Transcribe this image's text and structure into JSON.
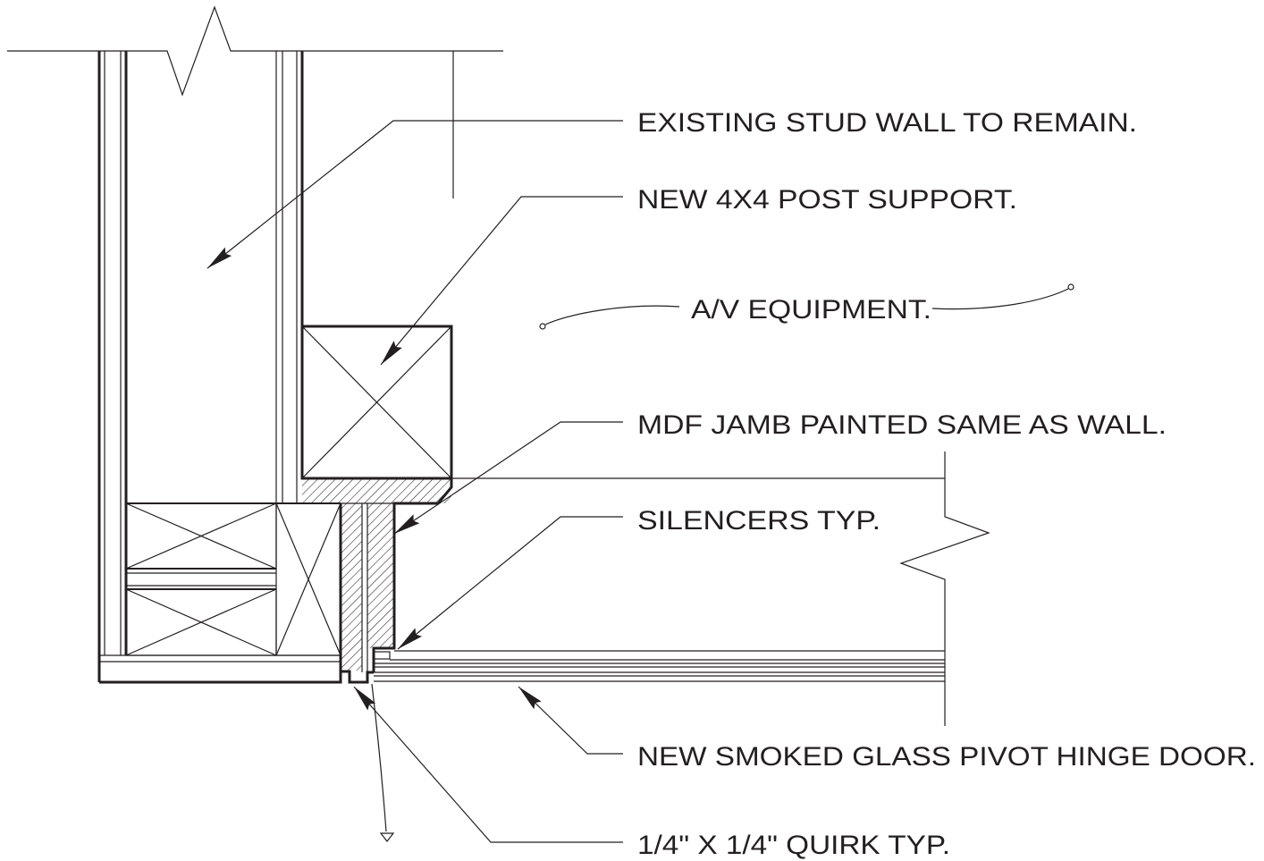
{
  "labels": {
    "existing_wall": "EXISTING STUD WALL TO REMAIN.",
    "post_support": "NEW 4X4 POST SUPPORT.",
    "av_equipment": "A/V EQUIPMENT.",
    "mdf_jamb": "MDF JAMB PAINTED SAME AS WALL.",
    "silencers": "SILENCERS TYP.",
    "glass_door": "NEW SMOKED GLASS PIVOT HINGE DOOR.",
    "quirk": "1/4\" X 1/4\" QUIRK TYP."
  },
  "colors": {
    "line": "#231f20",
    "background": "#ffffff"
  }
}
